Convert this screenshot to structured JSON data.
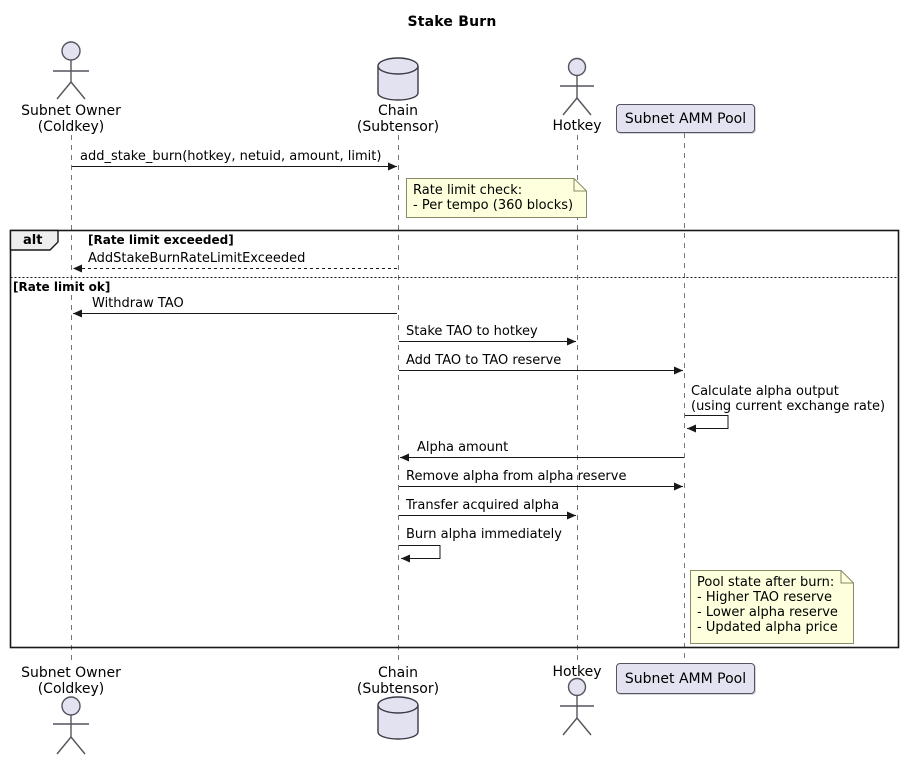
{
  "title": "Stake Burn",
  "participants": {
    "owner": {
      "name": "Subnet Owner",
      "sub": "(Coldkey)"
    },
    "chain": {
      "name": "Chain",
      "sub": "(Subtensor)"
    },
    "hotkey": {
      "name": "Hotkey"
    },
    "pool": {
      "name": "Subnet AMM Pool"
    }
  },
  "frame": {
    "operator": "alt",
    "guard_exceeded": "[Rate limit exceeded]",
    "guard_ok": "[Rate limit ok]"
  },
  "messages": {
    "add_stake_burn": "add_stake_burn(hotkey, netuid, amount, limit)",
    "rate_limit_error": "AddStakeBurnRateLimitExceeded",
    "withdraw_tao": "Withdraw TAO",
    "stake_tao": "Stake TAO to hotkey",
    "add_tao_reserve": "Add TAO to TAO reserve",
    "calc_alpha_line1": "Calculate alpha output",
    "calc_alpha_line2": "(using current exchange rate)",
    "alpha_amount": "Alpha amount",
    "remove_alpha": "Remove alpha from alpha reserve",
    "transfer_alpha": "Transfer acquired alpha",
    "burn_alpha": "Burn alpha immediately"
  },
  "notes": {
    "rate_limit": {
      "line1": "Rate limit check:",
      "line2": "- Per tempo (360 blocks)"
    },
    "pool_state": {
      "line1": "Pool state after burn:",
      "line2": "- Higher TAO reserve",
      "line3": "- Lower alpha reserve",
      "line4": "- Updated alpha price"
    }
  },
  "colors": {
    "participant_fill": "#E2E2F0",
    "participant_border": "#54545e",
    "note_fill": "#FEFFDD",
    "note_border": "#8a8a66",
    "frame_border": "#181818",
    "frame_label_fill": "#EEEEEE",
    "arrow": "#181818",
    "lifeline": "#777777"
  }
}
